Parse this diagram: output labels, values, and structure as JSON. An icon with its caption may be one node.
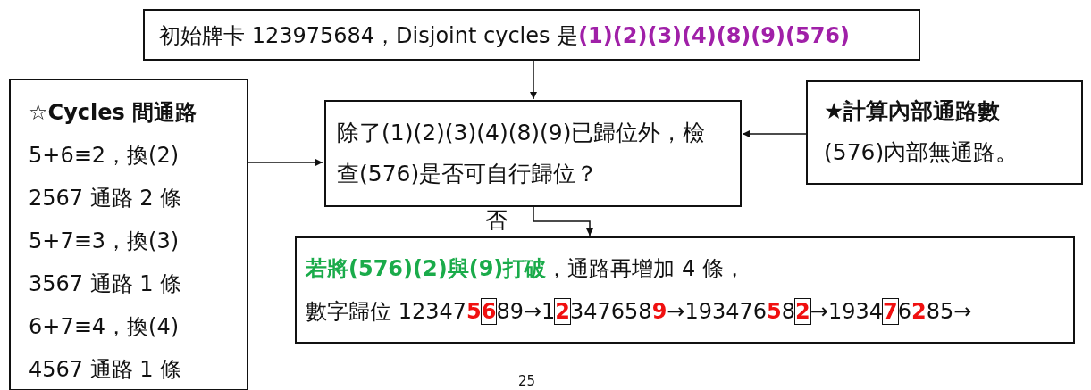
{
  "diagram": {
    "nodes": [
      {
        "text": [
          "初始牌卡 123975684，Disjoint cycles 是**(1)(2)(3)(4)(8)(9)(576)**"
        ]
      },
      {
        "text": [
          "☆Cycles 間通路",
          "5+6≡2，換(2)",
          "2567 通路 2 條",
          "5+7≡3，換(3)",
          "3567 通路 1 條",
          "6+7≡4，換(4)",
          "4567 通路 1 條"
        ]
      },
      {
        "text": [
          "除了(1)(2)(3)(4)(8)(9)已歸位外，檢查(576)是否可自行歸位？"
        ]
      },
      {
        "text": [
          "★計算內部通路數",
          "(576)內部無通路。"
        ]
      },
      {
        "text": [
          "**若將(576)(2)與(9)打破**，通路再增加 4 條，",
          "數字歸位 12347**56**89→1**2**347658**9**→193476**5**8**2**→1934**7**6**2**85→"
        ]
      }
    ],
    "edges": [
      {
        "from": 0,
        "to": 2,
        "arrow": "to"
      },
      {
        "from": 1,
        "to": 2,
        "arrow": "to"
      },
      {
        "from": 3,
        "to": 2,
        "arrow": "to"
      },
      {
        "from": 2,
        "to": 4,
        "arrow": "to",
        "label": "否"
      }
    ],
    "labels": [
      "25"
    ]
  }
}
